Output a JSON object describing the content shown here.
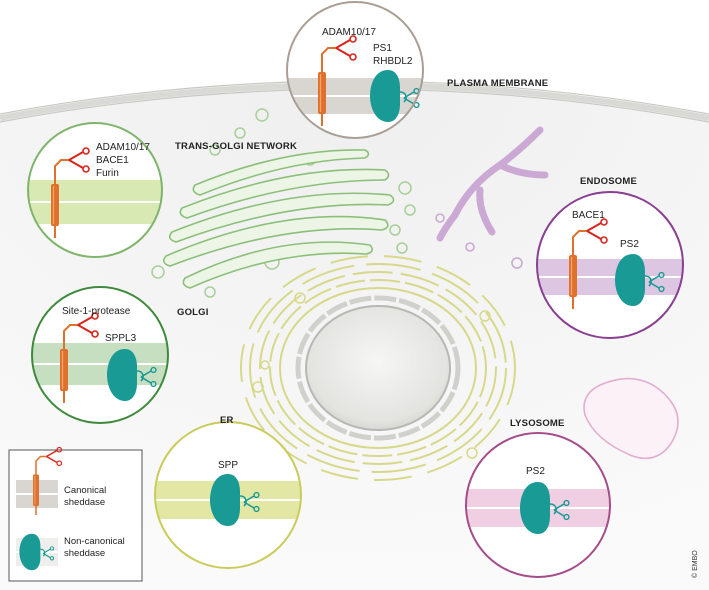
{
  "organelles": {
    "plasma_membrane": "PLASMA MEMBRANE",
    "trans_golgi": "TRANS-GOLGI NETWORK",
    "golgi": "GOLGI",
    "endosome": "ENDOSOME",
    "er": "ER",
    "lysosome": "LYSOSOME"
  },
  "circles": {
    "plasma_membrane": [
      "ADAM10/17",
      "PS1",
      "RHBDL2"
    ],
    "trans_golgi": [
      "ADAM10/17",
      "BACE1",
      "Furin"
    ],
    "golgi": [
      "Site-1-protease",
      "SPPL3"
    ],
    "endosome": [
      "BACE1",
      "PS2"
    ],
    "er": [
      "SPP"
    ],
    "lysosome": [
      "PS2"
    ]
  },
  "legend": {
    "canonical": [
      "Canonical",
      "sheddase"
    ],
    "non_canonical": [
      "Non-canonical",
      "sheddase"
    ]
  },
  "credit": "© EMBO",
  "colors": {
    "protease": "#1a9a95",
    "substrate": "#e0712c",
    "scissors": "#d8251c",
    "plasma_membrane": "#a89e94",
    "trans_golgi": "#7fb56b",
    "golgi": "#3e8a3c",
    "endosome": "#8a3f92",
    "er": "#c9cc5a",
    "lysosome": "#a54c8b"
  }
}
